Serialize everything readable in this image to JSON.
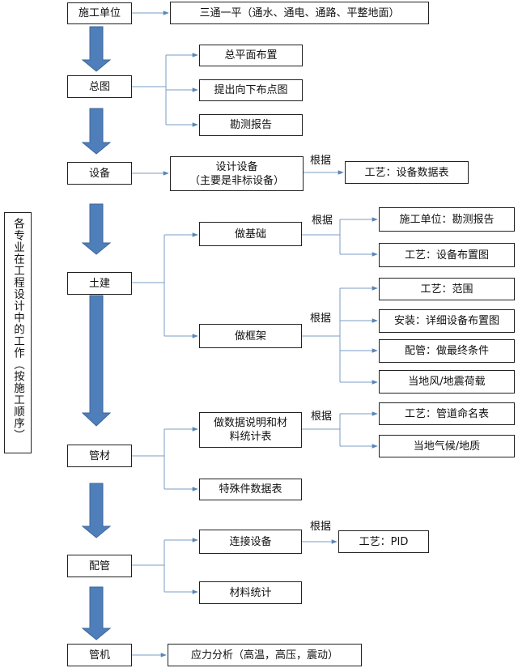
{
  "side_label": "各专业在工程设计中的工作（按施工顺序）",
  "main_steps": [
    "施工单位",
    "总图",
    "设备",
    "土建",
    "管材",
    "配管",
    "管机"
  ],
  "boxes": {
    "three_links": "三通一平（通水、通电、通路、平整地面）",
    "site_plan": "总平面布置",
    "layout_points": "提出向下布点图",
    "survey_report": "勘测报告",
    "design_equipment": "设计设备\n（主要是非标设备）",
    "process_equipment_table": "工艺：设备数据表",
    "foundation": "做基础",
    "constructor_survey": "施工单位：勘测报告",
    "process_equipment_layout": "工艺：设备布置图",
    "frame": "做框架",
    "process_scope": "工艺：范围",
    "install_detail_layout": "安装：详细设备布置图",
    "piping_final_conditions": "配管：做最终条件",
    "wind_seismic_load": "当地风/地震荷载",
    "data_material_stats": "做数据说明和材\n料统计表",
    "process_pipe_naming": "工艺：管道命名表",
    "climate_geology": "当地气候/地质",
    "special_parts_table": "特殊件数据表",
    "connect_equipment": "连接设备",
    "process_pid": "工艺：PID",
    "material_stats": "材料统计",
    "stress_analysis": "应力分析（高温，高压，震动）"
  },
  "basis_label": "根据"
}
